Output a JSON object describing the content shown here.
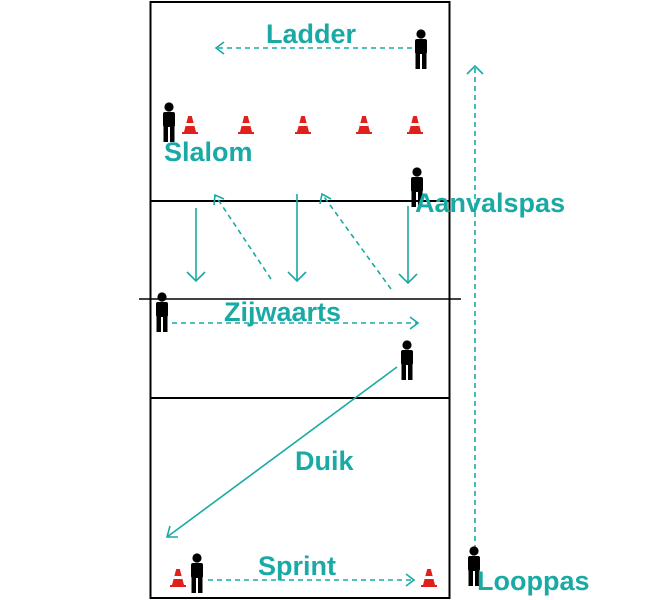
{
  "labels": {
    "ladder": "Ladder",
    "slalom": "Slalom",
    "aanvalspas": "Aanvalspas",
    "zijwaarts": "Zijwaarts",
    "duik": "Duik",
    "sprint": "Sprint",
    "looppas": "Looppas"
  },
  "colors": {
    "label": "#1aaaa5",
    "arrow": "#1aaaa5",
    "lines": "#000000",
    "person": "#000000",
    "cone": "#e0201b",
    "background": "#ffffff"
  },
  "counts": {
    "slalom_cones": 5
  }
}
